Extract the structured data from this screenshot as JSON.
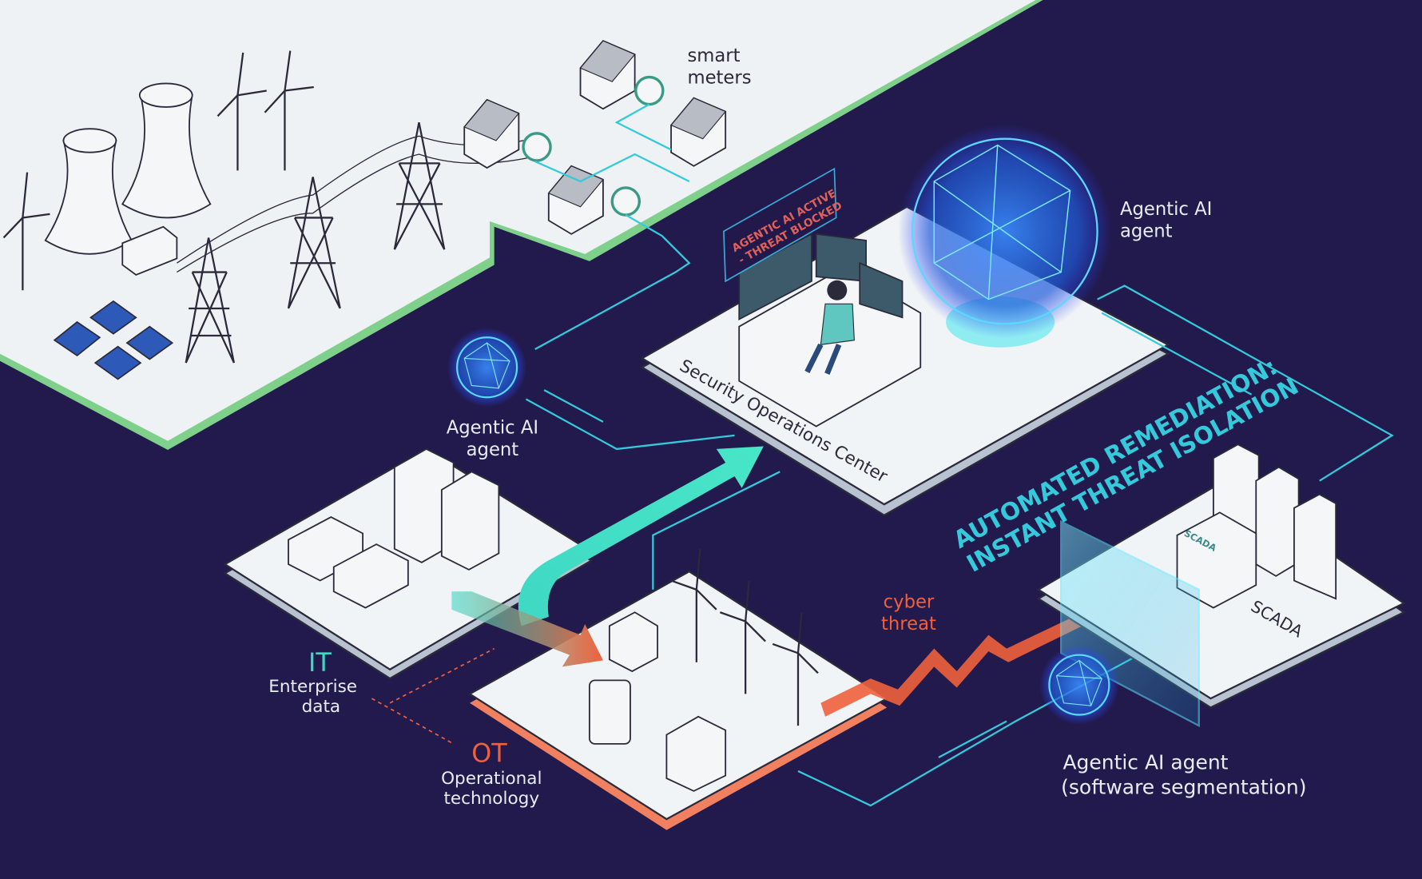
{
  "labels": {
    "smart_meters": [
      "smart",
      "meters"
    ],
    "agent_top": [
      "Agentic AI",
      "agent"
    ],
    "agent_left": [
      "Agentic AI",
      "agent"
    ],
    "agent_bottom": [
      "Agentic AI agent",
      "(software segmentation)"
    ],
    "soc": "Security Operations Center",
    "soc_alert": [
      "AGENTIC AI ACTIVE",
      "- THREAT BLOCKED"
    ],
    "remediation": [
      "AUTOMATED REMEDIATION:",
      "INSTANT THREAT ISOLATION"
    ],
    "scada": "SCADA",
    "scada_server": "SCADA",
    "cyber_threat": [
      "cyber",
      "threat"
    ],
    "it": {
      "title": "IT",
      "sub": [
        "Enterprise",
        "data"
      ]
    },
    "ot": {
      "title": "OT",
      "sub": [
        "Operational",
        "technology"
      ]
    }
  },
  "colors": {
    "background": "#221a4c",
    "teal": "#3fd8c4",
    "cyan": "#35c9dc",
    "threat": "#f0603c",
    "grid_edge": "#7fd08a",
    "ot_edge": "#f08060"
  }
}
